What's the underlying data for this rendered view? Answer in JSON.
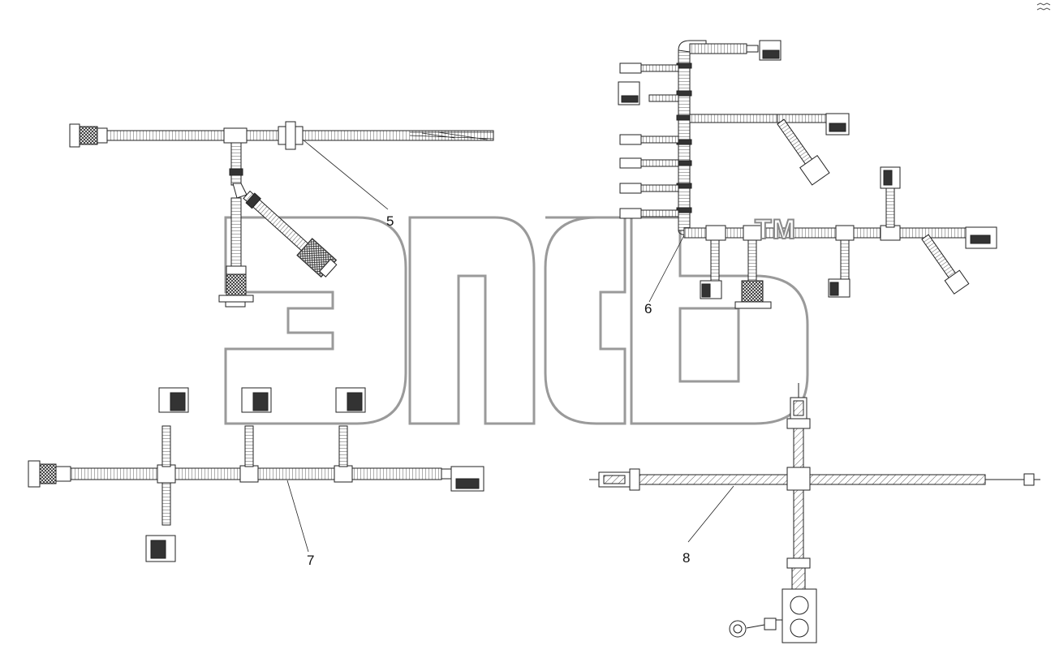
{
  "diagram": {
    "callouts": [
      {
        "id": "5",
        "label": "5"
      },
      {
        "id": "6",
        "label": "6"
      },
      {
        "id": "7",
        "label": "7"
      },
      {
        "id": "8",
        "label": "8"
      }
    ],
    "watermark": {
      "text": "эпсь",
      "tm": "TM"
    }
  },
  "colors": {
    "line": "#222222",
    "fill": "#ffffff",
    "hatch": "#444444",
    "watermark_stroke": "#8a8a8a"
  }
}
